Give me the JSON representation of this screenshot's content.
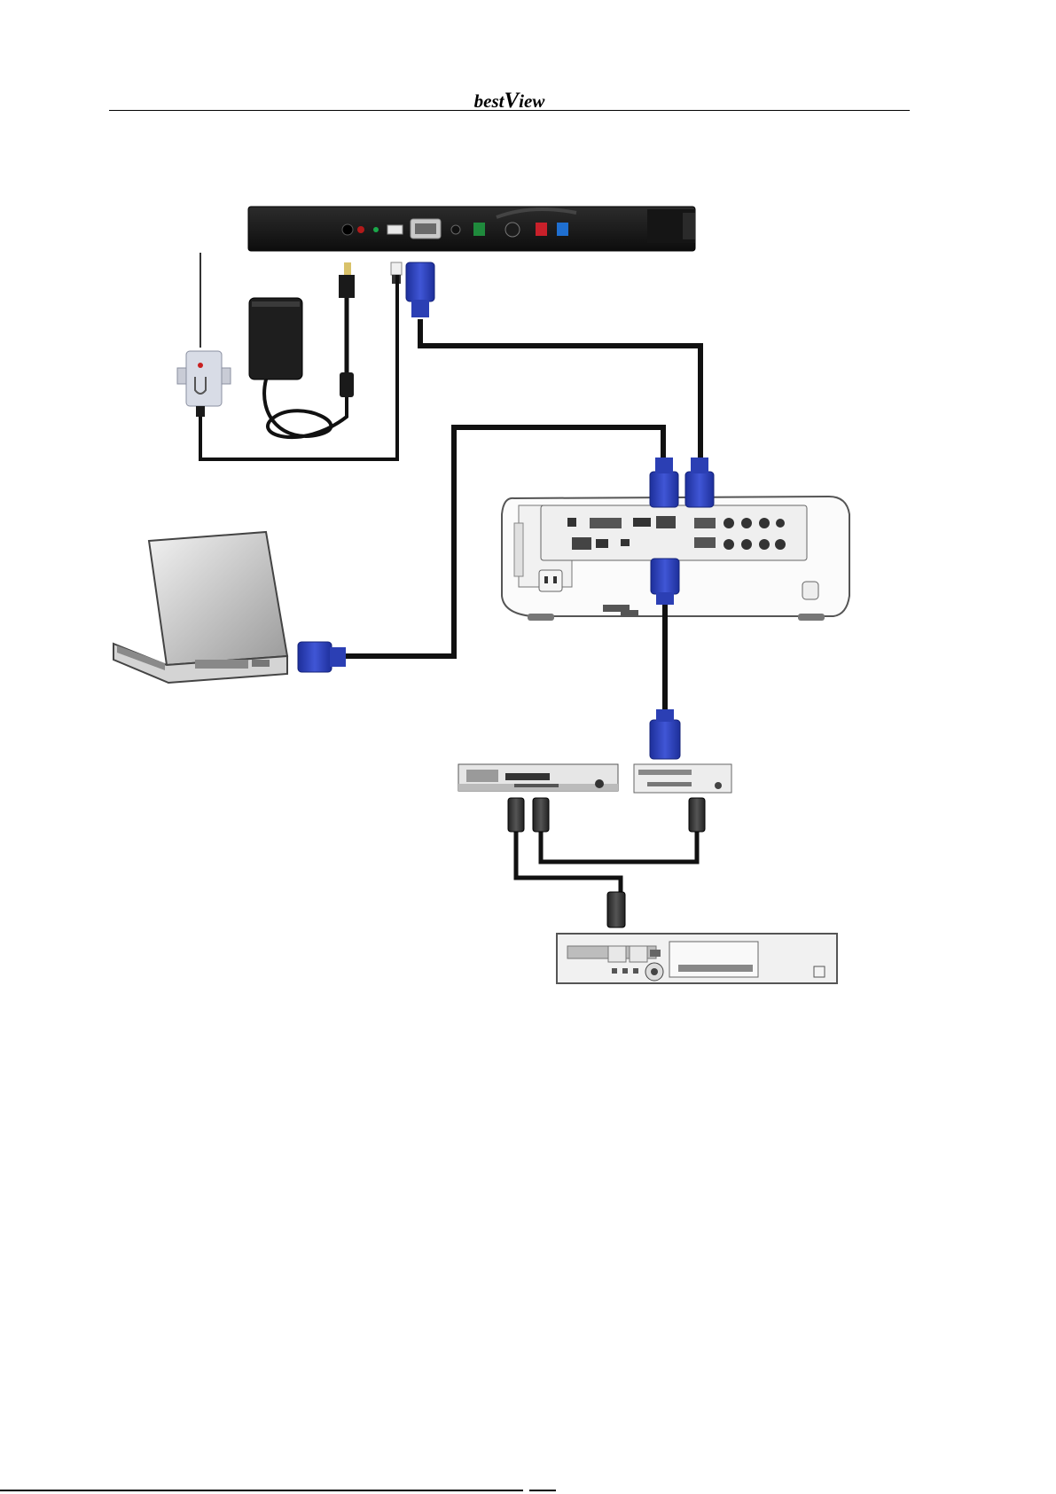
{
  "header": {
    "logo_prefix": "best",
    "logo_v": "V",
    "logo_suffix": "iew"
  },
  "colors": {
    "vga_blue": "#2b3fb4",
    "cable": "#111111",
    "bar_body": "#1b1b1b",
    "port_green": "#1f8a3c",
    "port_red": "#c8202a",
    "port_blue": "#1f6fd0"
  }
}
